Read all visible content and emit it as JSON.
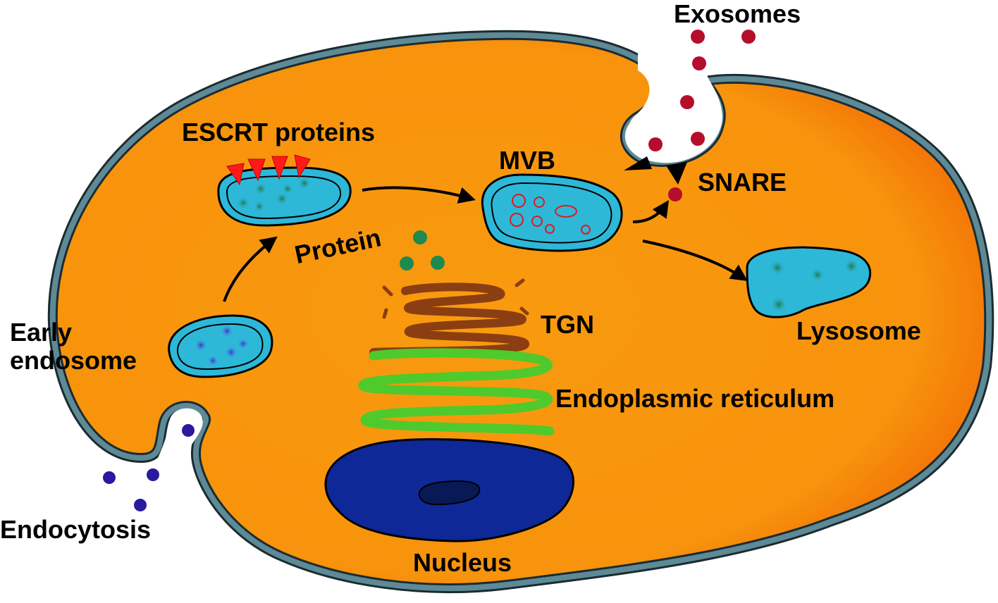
{
  "labels": {
    "exosomes": "Exosomes",
    "escrt": "ESCRT proteins",
    "mvb": "MVB",
    "snare": "SNARE",
    "protein": "Protein",
    "tgn": "TGN",
    "lysosome": "Lysosome",
    "early_endosome_line1": "Early",
    "early_endosome_line2": "endosome",
    "endoplasmic_reticulum": "Endoplasmic reticulum",
    "endocytosis": "Endocytosis",
    "nucleus": "Nucleus"
  },
  "colors": {
    "cytoplasm": "#f7930c",
    "cytoplasm_edge": "#f26a05",
    "membrane": "#5d8a96",
    "vesicle": "#2db8d8",
    "cargo_green": "#1d7a4a",
    "cargo_purple": "#4b2bd1",
    "exosome_red": "#b50d2b",
    "endocytosis_blue": "#2a1a9e",
    "escrt_red": "#ff1a1a",
    "tgn_brown": "#8b3e12",
    "er_green": "#4fca2c",
    "nucleus_blue": "#0f2898",
    "nucleolus": "#071a55"
  }
}
